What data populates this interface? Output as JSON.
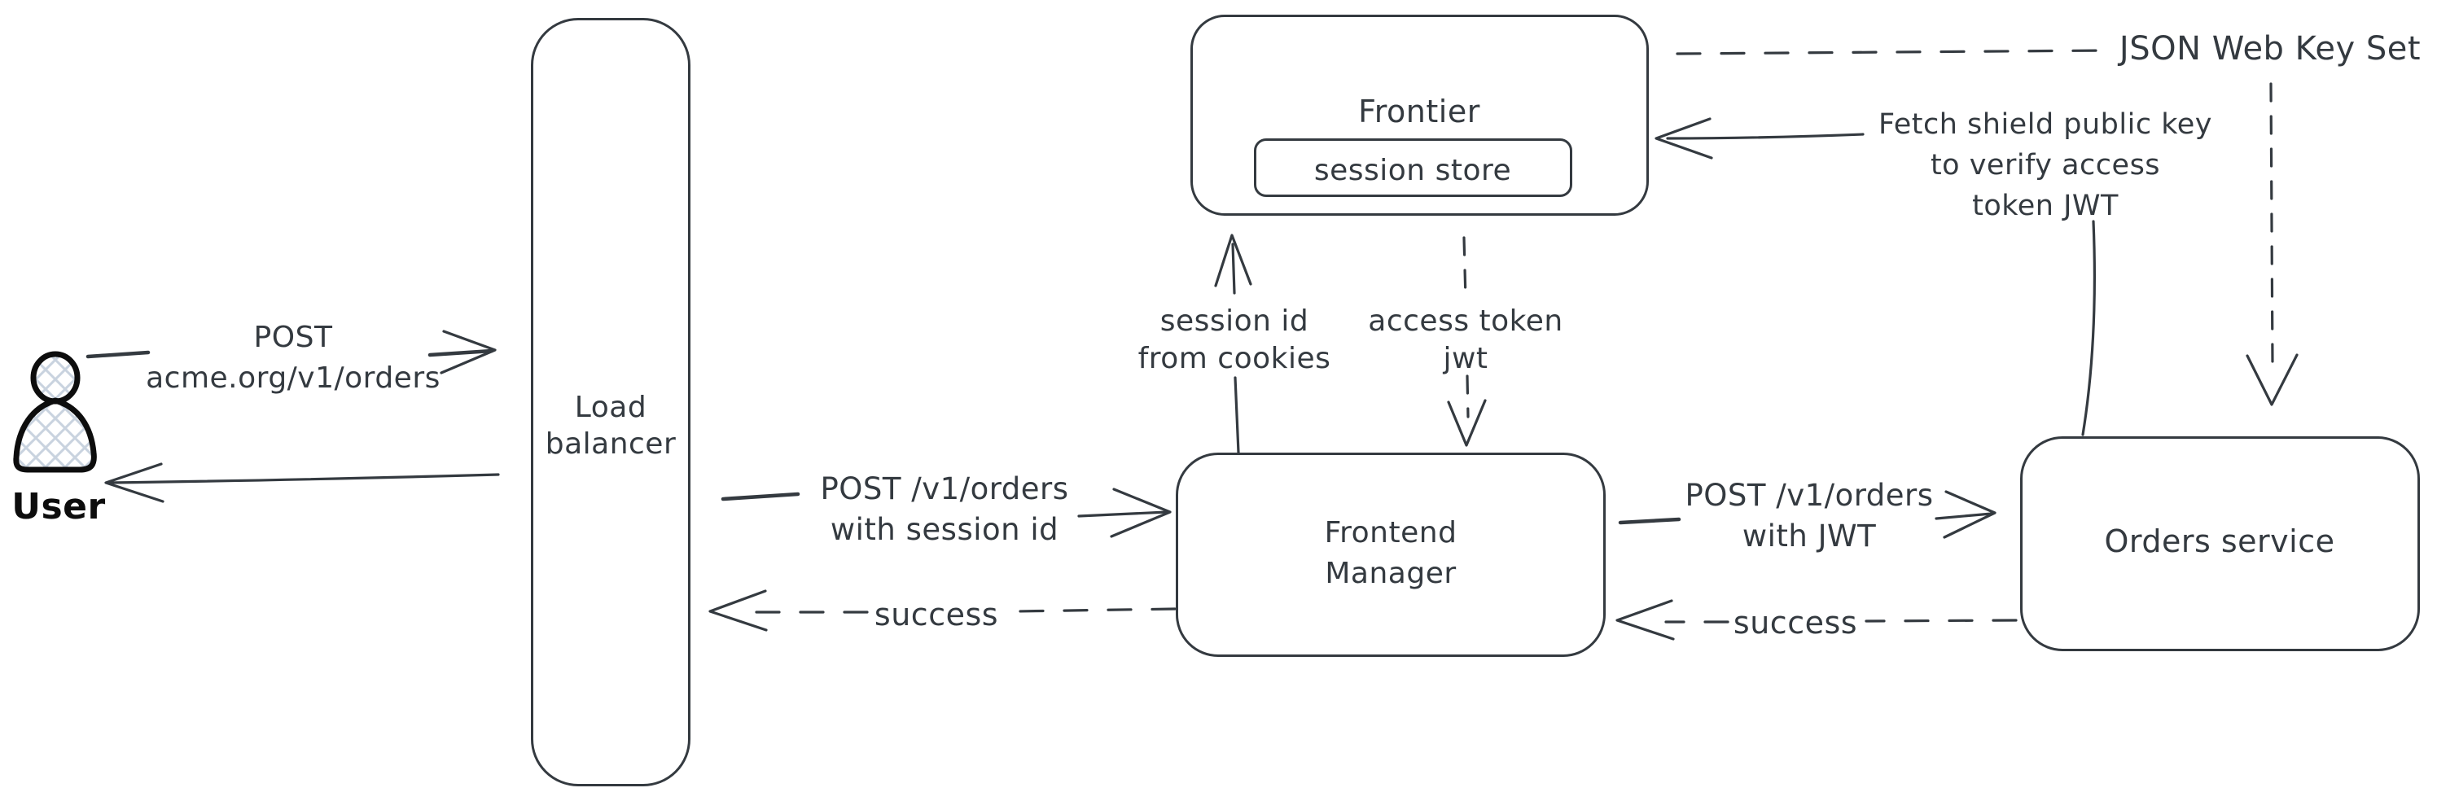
{
  "diagram": {
    "colors": {
      "stroke": "#343a40",
      "user_stroke": "#0d0d0d",
      "hatch_fill": "#c9d3df",
      "background": "#ffffff"
    },
    "nodes": {
      "user": {
        "label": "User"
      },
      "load_balancer": {
        "line1": "Load",
        "line2": "balancer"
      },
      "frontier": {
        "label": "Frontier"
      },
      "session_store": {
        "label": "session store"
      },
      "frontend_manager": {
        "line1": "Frontend",
        "line2": "Manager"
      },
      "orders_service": {
        "label": "Orders service"
      }
    },
    "edges": {
      "user_to_lb": {
        "line1": "POST",
        "line2": "acme.org/v1/orders",
        "style": "solid"
      },
      "lb_to_user": {
        "style": "solid"
      },
      "lb_to_fm": {
        "line1": "POST /v1/orders",
        "line2": "with session id",
        "style": "solid"
      },
      "fm_to_lb": {
        "label": "success",
        "style": "dashed"
      },
      "fm_to_frontier": {
        "line1": "session id",
        "line2": "from cookies",
        "style": "solid"
      },
      "frontier_to_fm": {
        "line1": "access token",
        "line2": "jwt",
        "style": "dashed"
      },
      "fm_to_orders": {
        "line1": "POST /v1/orders",
        "line2": "with JWT",
        "style": "solid"
      },
      "orders_to_fm": {
        "label": "success",
        "style": "dashed"
      },
      "orders_to_frontier": {
        "line1": "Fetch shield public key",
        "line2": "to verify access",
        "line3": "token JWT",
        "style": "solid"
      },
      "frontier_jwks": {
        "label": "JSON Web Key Set",
        "style": "dashed"
      }
    }
  }
}
